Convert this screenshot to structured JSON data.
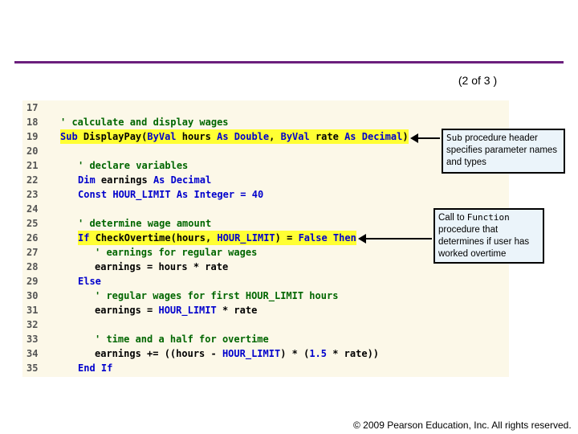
{
  "slide_number": "(2 of 3 )",
  "code_lines": [
    {
      "num": "17",
      "indent": 0,
      "segments": []
    },
    {
      "num": "18",
      "indent": 0,
      "segments": [
        {
          "c": "cm",
          "t": "' calculate and display wages"
        }
      ]
    },
    {
      "num": "19",
      "indent": 0,
      "hl": true,
      "segments": [
        {
          "c": "kw",
          "t": "Sub "
        },
        {
          "c": "nm",
          "t": "DisplayPay("
        },
        {
          "c": "kw",
          "t": "ByVal "
        },
        {
          "c": "nm",
          "t": "hours "
        },
        {
          "c": "kw",
          "t": "As Double"
        },
        {
          "c": "nm",
          "t": ", "
        },
        {
          "c": "kw",
          "t": "ByVal "
        },
        {
          "c": "nm",
          "t": "rate "
        },
        {
          "c": "kw",
          "t": "As Decimal"
        },
        {
          "c": "nm",
          "t": ")"
        }
      ]
    },
    {
      "num": "20",
      "indent": 0,
      "segments": []
    },
    {
      "num": "21",
      "indent": 1,
      "segments": [
        {
          "c": "cm",
          "t": "' declare variables"
        }
      ]
    },
    {
      "num": "22",
      "indent": 1,
      "segments": [
        {
          "c": "kw",
          "t": "Dim "
        },
        {
          "c": "nm",
          "t": "earnings "
        },
        {
          "c": "kw",
          "t": "As Decimal"
        }
      ]
    },
    {
      "num": "23",
      "indent": 1,
      "segments": [
        {
          "c": "kw",
          "t": "Const HOUR_LIMIT As Integer = 40"
        }
      ]
    },
    {
      "num": "24",
      "indent": 0,
      "segments": []
    },
    {
      "num": "25",
      "indent": 1,
      "segments": [
        {
          "c": "cm",
          "t": "' determine wage amount"
        }
      ]
    },
    {
      "num": "26",
      "indent": 1,
      "hl": true,
      "segments": [
        {
          "c": "kw",
          "t": "If "
        },
        {
          "c": "nm",
          "t": "CheckOvertime(hours, "
        },
        {
          "c": "kw",
          "t": "HOUR_LIMIT"
        },
        {
          "c": "nm",
          "t": ") = "
        },
        {
          "c": "kw",
          "t": "False Then"
        }
      ]
    },
    {
      "num": "27",
      "indent": 2,
      "segments": [
        {
          "c": "cm",
          "t": "' earnings for regular wages"
        }
      ]
    },
    {
      "num": "28",
      "indent": 2,
      "segments": [
        {
          "c": "nm",
          "t": "earnings = hours * rate"
        }
      ]
    },
    {
      "num": "29",
      "indent": 1,
      "segments": [
        {
          "c": "kw",
          "t": "Else"
        }
      ]
    },
    {
      "num": "30",
      "indent": 2,
      "segments": [
        {
          "c": "cm",
          "t": "' regular wages for first HOUR_LIMIT hours"
        }
      ]
    },
    {
      "num": "31",
      "indent": 2,
      "segments": [
        {
          "c": "nm",
          "t": "earnings = "
        },
        {
          "c": "kw",
          "t": "HOUR_LIMIT "
        },
        {
          "c": "nm",
          "t": "* rate"
        }
      ]
    },
    {
      "num": "32",
      "indent": 0,
      "segments": []
    },
    {
      "num": "33",
      "indent": 2,
      "segments": [
        {
          "c": "cm",
          "t": "' time and a half for overtime"
        }
      ]
    },
    {
      "num": "34",
      "indent": 2,
      "segments": [
        {
          "c": "nm",
          "t": "earnings += ((hours - "
        },
        {
          "c": "kw",
          "t": "HOUR_LIMIT"
        },
        {
          "c": "nm",
          "t": ") * ("
        },
        {
          "c": "kw",
          "t": "1.5 "
        },
        {
          "c": "nm",
          "t": "* rate))"
        }
      ]
    },
    {
      "num": "35",
      "indent": 1,
      "segments": [
        {
          "c": "kw",
          "t": "End If"
        }
      ]
    }
  ],
  "callouts": {
    "sub_header": {
      "keyword": "Sub",
      "text": " procedure header specifies parameter names and types"
    },
    "function_call": {
      "prefix": "Call to ",
      "keyword": "Function",
      "text": " procedure that determines if user has worked overtime"
    }
  },
  "copyright": "© 2009 Pearson Education, Inc. All rights reserved.",
  "colors": {
    "accent_line": "#6b1f7d",
    "highlight": "#ffff33",
    "keyword": "#0000cc",
    "comment": "#006600",
    "panel": "#fcf8e8",
    "callout_bg": "#ebf4fa"
  }
}
